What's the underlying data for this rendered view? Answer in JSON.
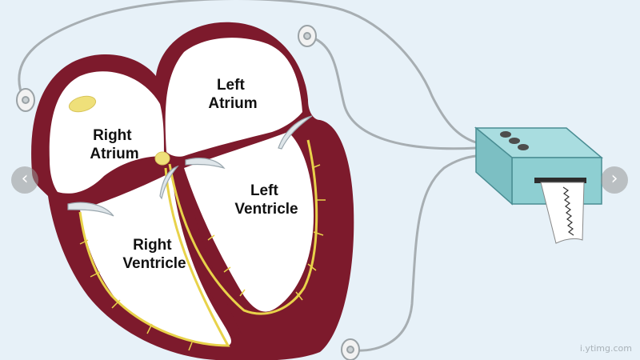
{
  "labels": {
    "right_atrium": [
      "Right",
      "Atrium"
    ],
    "left_atrium": [
      "Left",
      "Atrium"
    ],
    "right_ventricle": [
      "Right",
      "Ventricle"
    ],
    "left_ventricle": [
      "Left",
      "Ventricle"
    ]
  },
  "nav": {
    "prev_icon": "chevron-left-icon",
    "next_icon": "chevron-right-icon",
    "prev_glyph": "‹",
    "next_glyph": "›"
  },
  "watermark": "i.ytimg.com",
  "colors": {
    "background": "#e7f1f8",
    "heart_wall": "#7d1a2c",
    "chamber": "#ffffff",
    "conduction": "#e8d24a",
    "wire": "#a7aeb2",
    "machine": "#8ecfd2"
  }
}
